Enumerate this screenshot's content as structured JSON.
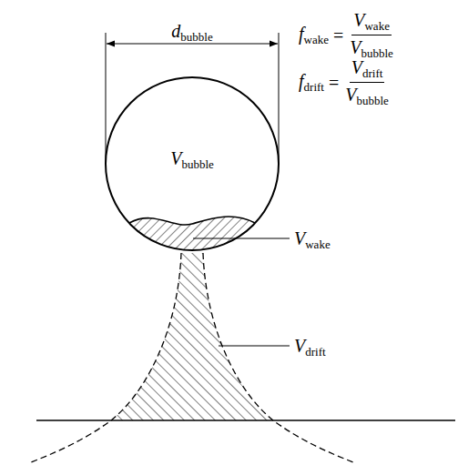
{
  "diagram": {
    "labels": [
      "d",
      "bubble",
      "f",
      "wake",
      "=",
      "V",
      "wake",
      "V",
      "bubble",
      "f",
      "drift",
      "=",
      "V",
      "drift",
      "V",
      "bubble",
      "V",
      "bubble",
      "V",
      "wake",
      "V",
      "drift"
    ]
  }
}
